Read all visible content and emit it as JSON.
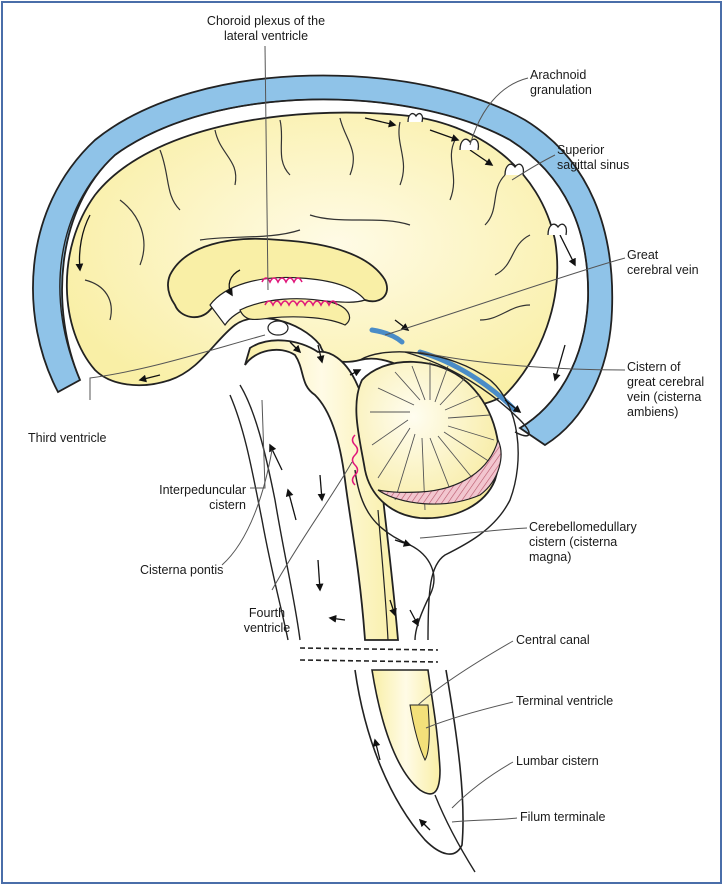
{
  "labels": {
    "choroid_plexus": "Choroid plexus of the\nlateral ventricle",
    "arachnoid_granulation": "Arachnoid\ngranulation",
    "superior_sagittal_sinus": "Superior\nsagittal sinus",
    "great_cerebral_vein": "Great\ncerebral vein",
    "cistern_great_cerebral_vein": "Cistern of\ngreat cerebral\nvein (cisterna\nambiens)",
    "third_ventricle": "Third ventricle",
    "interpeduncular_cistern": "Interpeduncular\ncistern",
    "cisterna_pontis": "Cisterna pontis",
    "fourth_ventricle": "Fourth\nventricle",
    "cerebellomedullary_cistern": "Cerebellomedullary\ncistern (cisterna\nmagna)",
    "central_canal": "Central canal",
    "terminal_ventricle": "Terminal ventricle",
    "lumbar_cistern": "Lumbar cistern",
    "filum_terminale": "Filum terminale"
  },
  "colors": {
    "brain_fill": "#f9efa6",
    "brain_highlight": "#fffbe6",
    "sinus_blue": "#8fc3e8",
    "outline": "#222222",
    "choroid_magenta": "#e0177a",
    "cerebellum_hatch": "#d98a98",
    "frame_border": "#4a6ea9"
  }
}
